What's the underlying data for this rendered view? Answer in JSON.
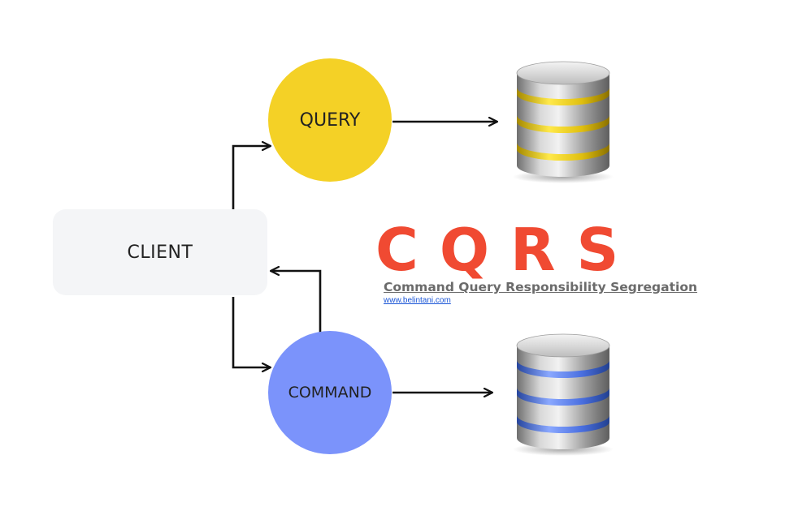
{
  "client": {
    "label": "CLIENT"
  },
  "query": {
    "label": "QUERY"
  },
  "command": {
    "label": "COMMAND"
  },
  "header": {
    "title": "CQRS",
    "subtitle": "Command Query Responsibility Segregation",
    "link": "www.belintani.com"
  },
  "colors": {
    "query": "#f4d126",
    "command": "#7b93fb",
    "title": "#f04a32",
    "client_box": "#f4f5f7",
    "arrow": "#111111",
    "db_band_query": "#f2d21a",
    "db_band_command": "#5a7fe6"
  },
  "icons": {
    "database_query": "database-icon",
    "database_command": "database-icon"
  }
}
